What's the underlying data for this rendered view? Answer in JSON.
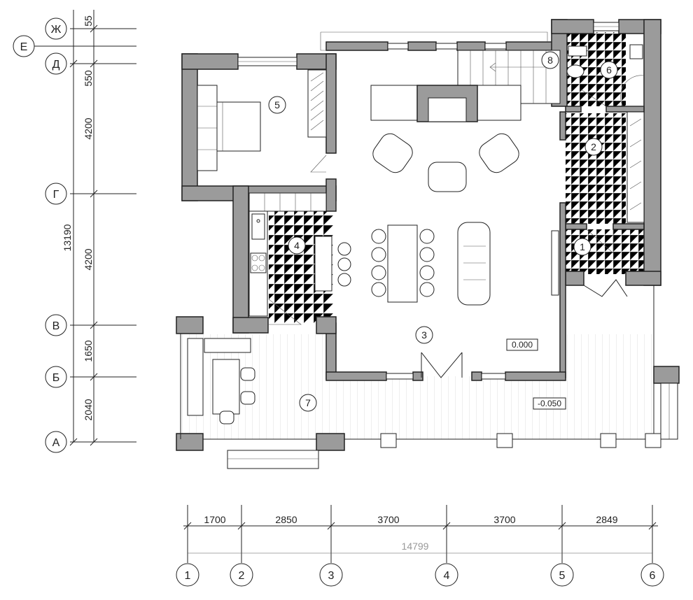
{
  "axes_left": [
    {
      "id": "zh",
      "label": "Ж"
    },
    {
      "id": "e",
      "label": "Е"
    },
    {
      "id": "d",
      "label": "Д"
    },
    {
      "id": "g",
      "label": "Г"
    },
    {
      "id": "v",
      "label": "В"
    },
    {
      "id": "b",
      "label": "Б"
    },
    {
      "id": "a",
      "label": "А"
    }
  ],
  "dims_left": {
    "top": "55",
    "d_upper": "550",
    "g_d": "4200",
    "total": "13190",
    "v_g": "4200",
    "b_v": "1650",
    "a_b": "2040"
  },
  "axes_bottom": [
    {
      "id": "1",
      "label": "1"
    },
    {
      "id": "2",
      "label": "2"
    },
    {
      "id": "3",
      "label": "3"
    },
    {
      "id": "4",
      "label": "4"
    },
    {
      "id": "5",
      "label": "5"
    },
    {
      "id": "6",
      "label": "6"
    }
  ],
  "dims_bottom": {
    "s12": "1700",
    "s23": "2850",
    "s34": "3700",
    "s45": "3700",
    "s56": "2849",
    "total": "14799"
  },
  "rooms": [
    {
      "id": "1",
      "label": "1"
    },
    {
      "id": "2",
      "label": "2"
    },
    {
      "id": "3",
      "label": "3"
    },
    {
      "id": "4",
      "label": "4"
    },
    {
      "id": "5",
      "label": "5"
    },
    {
      "id": "6",
      "label": "6"
    },
    {
      "id": "7",
      "label": "7"
    },
    {
      "id": "8",
      "label": "8"
    }
  ],
  "levels": {
    "floor": "0.000",
    "terrace": "-0.050"
  }
}
